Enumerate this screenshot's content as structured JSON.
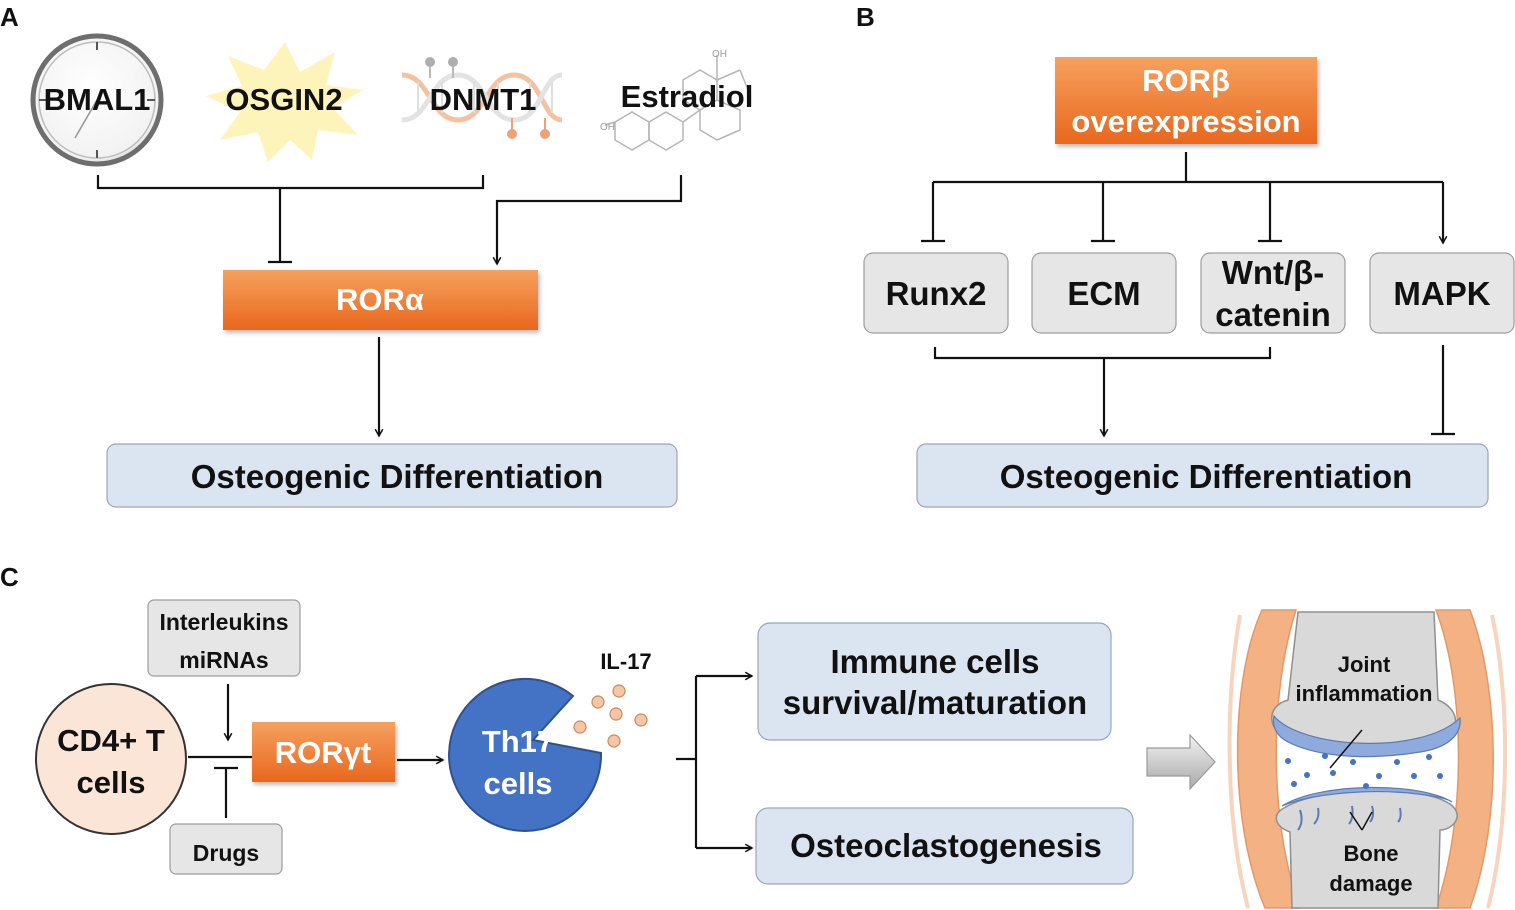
{
  "panels": {
    "a": {
      "label": "A",
      "regulators": {
        "bmal1": "BMAL1",
        "osgin2": "OSGIN2",
        "dnmt1": "DNMT1",
        "estradiol": "Estradiol"
      },
      "estradiol_oh_top": "OH",
      "estradiol_oh_bottom": "OH",
      "receptor": "RORα",
      "outcome": "Osteogenic Differentiation"
    },
    "b": {
      "label": "B",
      "source_line1": "RORβ",
      "source_line2": "overexpression",
      "targets": {
        "runx2": "Runx2",
        "ecm": "ECM",
        "wnt_line1": "Wnt/β-",
        "wnt_line2": "catenin",
        "mapk": "MAPK"
      },
      "outcome": "Osteogenic Differentiation"
    },
    "c": {
      "label": "C",
      "modulators_line1": "Interleukins",
      "modulators_line2": "miRNAs",
      "drugs": "Drugs",
      "cd4_line1": "CD4+ T",
      "cd4_line2": "cells",
      "receptor": "RORγt",
      "th17_line1": "Th17",
      "th17_line2": "cells",
      "cytokine": "IL-17",
      "effect1_line1": "Immune cells",
      "effect1_line2": "survival/maturation",
      "effect2": "Osteoclastogenesis",
      "joint_label1_line1": "Joint",
      "joint_label1_line2": "inflammation",
      "joint_label2_line1": "Bone",
      "joint_label2_line2": "damage"
    }
  },
  "colors": {
    "orange_top": "#f6a15f",
    "orange_bottom": "#e8671d",
    "blue_box": "#dbe4f1",
    "grey_box": "#e6e6e6",
    "peach_cell": "#fbe5d6",
    "th17_blue": "#4472c4",
    "il17_dot": "#f4c6a6"
  }
}
